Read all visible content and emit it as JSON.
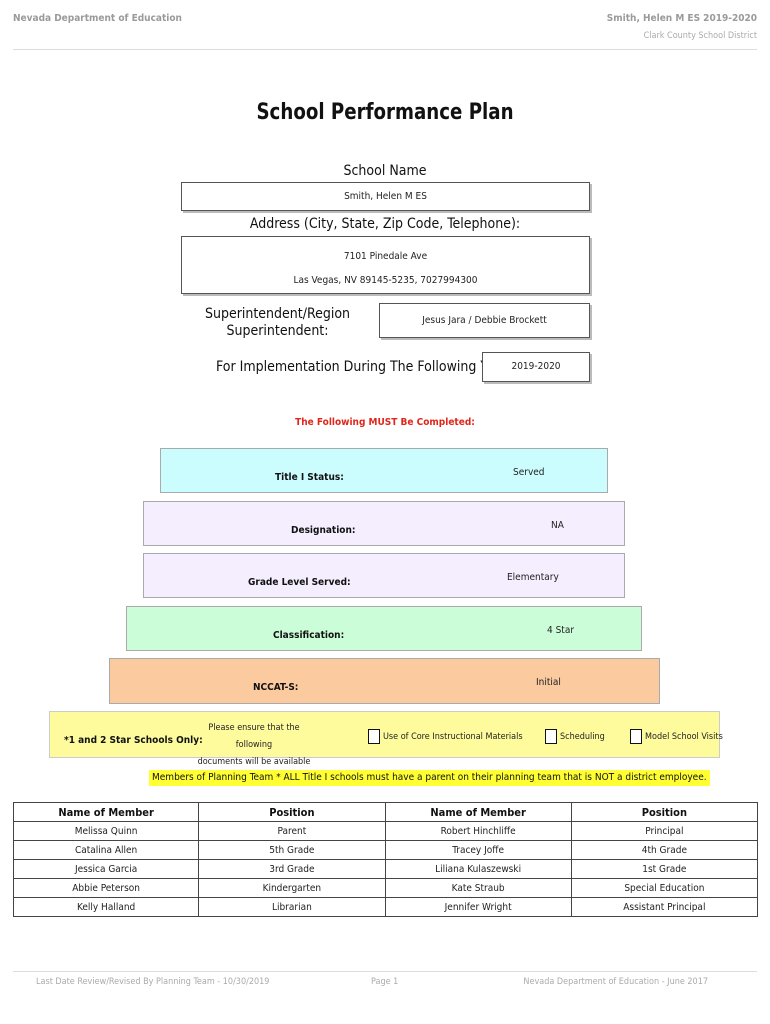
{
  "header": {
    "left": "Nevada Department of Education",
    "right_line1": "Smith, Helen M ES  2019-2020",
    "right_line2": "Clark County School District"
  },
  "title": "School Performance Plan",
  "school_name": {
    "label": "School Name",
    "value": "Smith, Helen M ES"
  },
  "address": {
    "label": "Address (City, State, Zip Code, Telephone):",
    "line1": "7101 Pinedale Ave",
    "line2": "Las Vegas, NV  89145-5235, 7027994300"
  },
  "superintendent": {
    "label_line1": "Superintendent/Region",
    "label_line2": "Superintendent:",
    "value": "Jesus Jara / Debbie Brockett"
  },
  "implementation": {
    "label": "For Implementation During The Following Years:",
    "value": "2019-2020"
  },
  "must_complete": "The Following MUST Be Completed:",
  "status_rows": [
    {
      "label": "Title I Status:",
      "value": "Served",
      "color": "#ccfdfe"
    },
    {
      "label": "Designation:",
      "value": "NA",
      "color": "#f4eefe"
    },
    {
      "label": "Grade Level Served:",
      "value": "Elementary",
      "color": "#f4eefe"
    },
    {
      "label": "Classification:",
      "value": "4 Star",
      "color": "#ccfdd9"
    },
    {
      "label": "NCCAT-S:",
      "value": "Initial",
      "color": "#fbca9f"
    }
  ],
  "star_schools": {
    "label": "*1 and 2 Star Schools Only:",
    "note_line1": "Please ensure that the following",
    "note_line2": "documents will be available upon request",
    "checkboxes": [
      "Use of Core Instructional Materials",
      "Scheduling",
      "Model School Visits"
    ]
  },
  "planning_notice": "Members of Planning Team * ALL Title I schools must have a parent on their planning team that is NOT a district employee.",
  "team_table": {
    "headers": [
      "Name of Member",
      "Position",
      "Name of Member",
      "Position"
    ],
    "rows": [
      [
        "Melissa Quinn",
        "Parent",
        "Robert Hinchliffe",
        "Principal"
      ],
      [
        "Catalina Allen",
        "5th Grade",
        "Tracey Joffe",
        "4th Grade"
      ],
      [
        "Jessica Garcia",
        "3rd Grade",
        "Liliana Kulaszewski",
        "1st Grade"
      ],
      [
        "Abbie Peterson",
        "Kindergarten",
        "Kate Straub",
        "Special Education"
      ],
      [
        "Kelly Halland",
        "Librarian",
        "Jennifer Wright",
        "Assistant Principal"
      ]
    ]
  },
  "footer": {
    "left": "Last Date Review/Revised By Planning Team - 10/30/2019",
    "center": "Page 1",
    "right": "Nevada Department of Education - June 2017"
  }
}
